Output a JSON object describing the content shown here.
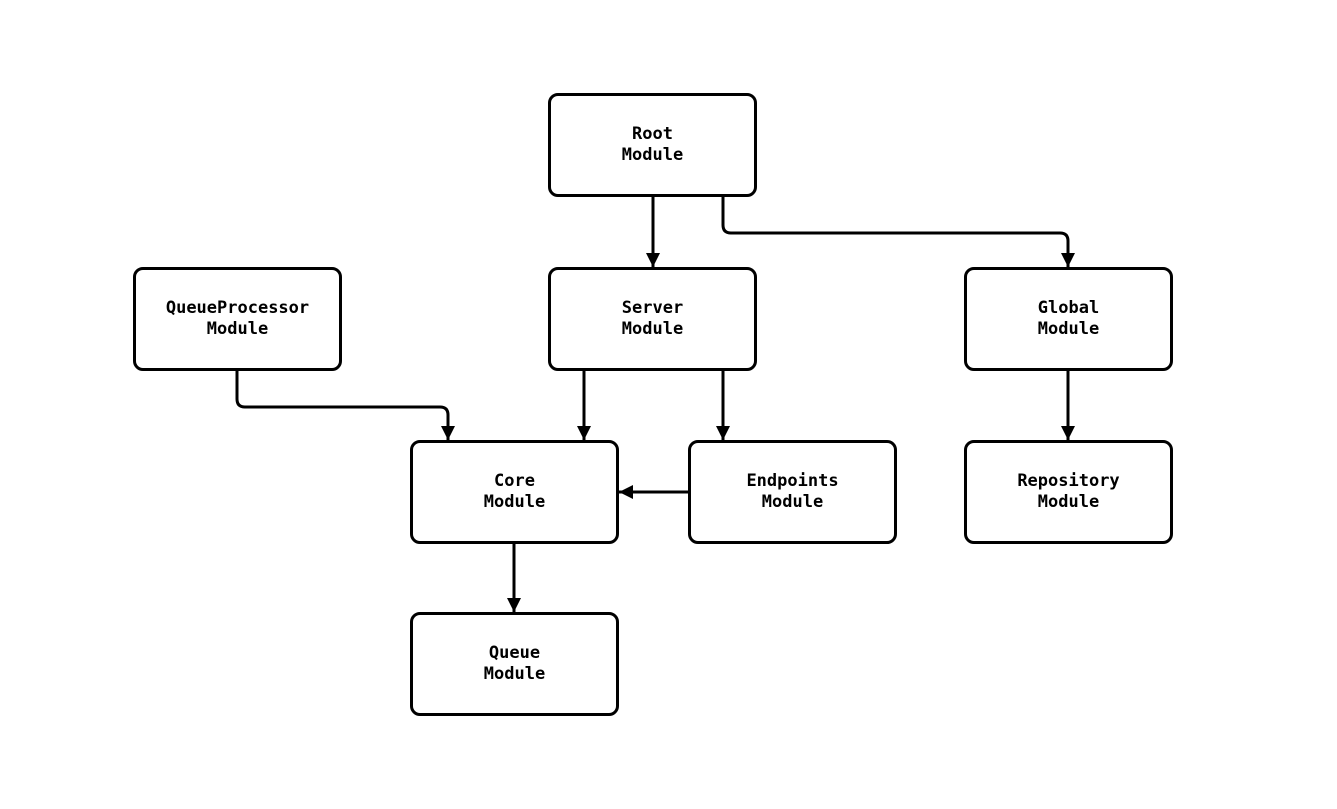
{
  "diagram": {
    "background_color": "#ffffff",
    "node_fill_color": "#ffffff",
    "node_border_color": "#000000",
    "edge_color": "#000000",
    "text_color": "#000000",
    "nodes": {
      "root": {
        "label": "Root\nModule"
      },
      "queue_processor": {
        "label": "QueueProcessor\nModule"
      },
      "server": {
        "label": "Server\nModule"
      },
      "global": {
        "label": "Global\nModule"
      },
      "core": {
        "label": "Core\nModule"
      },
      "endpoints": {
        "label": "Endpoints\nModule"
      },
      "repository": {
        "label": "Repository\nModule"
      },
      "queue": {
        "label": "Queue\nModule"
      }
    },
    "edges": [
      {
        "from": "root",
        "to": "server"
      },
      {
        "from": "root",
        "to": "global"
      },
      {
        "from": "queue_processor",
        "to": "core"
      },
      {
        "from": "server",
        "to": "core"
      },
      {
        "from": "server",
        "to": "endpoints"
      },
      {
        "from": "endpoints",
        "to": "core"
      },
      {
        "from": "global",
        "to": "repository"
      },
      {
        "from": "core",
        "to": "queue"
      }
    ]
  }
}
